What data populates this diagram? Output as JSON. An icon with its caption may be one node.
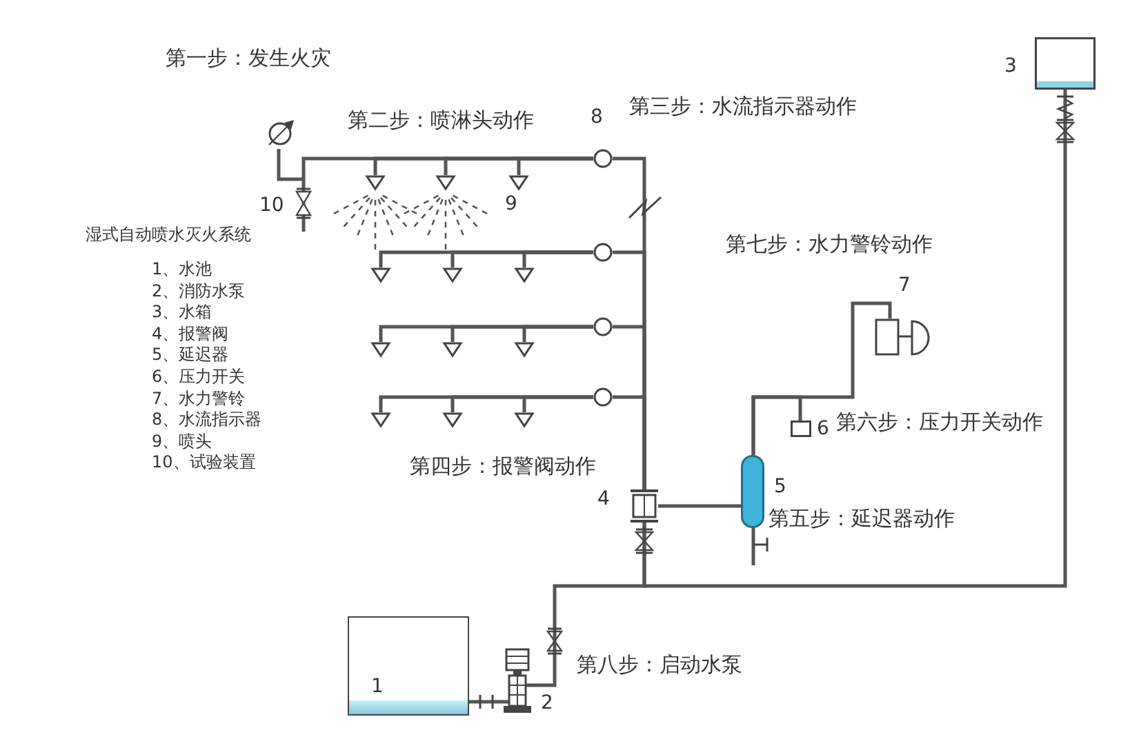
{
  "diagram": {
    "nodes": [
      {
        "text": [],
        "shape": "box",
        "beside": [
          "3"
        ]
      },
      {
        "text": [],
        "shape": "gauge"
      },
      {
        "text": [],
        "shape": "circle",
        "beside": [
          "8",
          "第三步：水流指示器动作"
        ]
      },
      {
        "text": [],
        "shape": "valve",
        "beside": [
          "10"
        ]
      },
      {
        "text": [],
        "shape": "triangle",
        "beside": [
          "9"
        ]
      },
      {
        "text": [],
        "shape": "bell",
        "beside": [
          "7",
          "第七步：水力警铃动作"
        ]
      },
      {
        "text": [],
        "shape": "box",
        "beside": [
          "6",
          "第六步：压力开关动作"
        ]
      },
      {
        "text": [],
        "shape": "cylinder",
        "beside": [
          "5",
          "第五步：延迟器动作"
        ]
      },
      {
        "text": [],
        "shape": "box",
        "beside": [
          "4",
          "第四步：报警阀动作"
        ]
      },
      {
        "text": [
          "1"
        ]
      },
      {
        "text": [],
        "shape": "pump",
        "beside": [
          "2",
          "第八步：启动水泵"
        ]
      },
      {
        "text": [],
        "shape": "triangle"
      },
      {
        "text": [],
        "shape": "triangle"
      },
      {
        "text": [],
        "shape": "circle"
      },
      {
        "text": [],
        "shape": "circle"
      },
      {
        "text": [],
        "shape": "circle"
      },
      {
        "text": [],
        "shape": "triangle"
      },
      {
        "text": [],
        "shape": "triangle"
      },
      {
        "text": [],
        "shape": "triangle"
      },
      {
        "text": [],
        "shape": "triangle"
      },
      {
        "text": [],
        "shape": "triangle"
      },
      {
        "text": [],
        "shape": "triangle"
      },
      {
        "text": [],
        "shape": "triangle"
      },
      {
        "text": [],
        "shape": "triangle"
      },
      {
        "text": [],
        "shape": "triangle"
      }
    ],
    "edges": [
      {
        "from": 9,
        "to": 10,
        "arrow": "none"
      },
      {
        "from": 10,
        "to": 8,
        "arrow": "none"
      },
      {
        "from": 0,
        "to": 8,
        "arrow": "none"
      },
      {
        "from": 8,
        "to": 2,
        "arrow": "none"
      },
      {
        "from": 2,
        "to": 4,
        "arrow": "none"
      },
      {
        "from": 2,
        "to": 3,
        "arrow": "none"
      },
      {
        "from": 1,
        "to": 3,
        "arrow": "none"
      },
      {
        "from": 8,
        "to": 7,
        "arrow": "none"
      },
      {
        "from": 7,
        "to": 6,
        "arrow": "none"
      },
      {
        "from": 7,
        "to": 5,
        "arrow": "none"
      },
      {
        "from": 2,
        "to": 11,
        "arrow": "none"
      },
      {
        "from": 2,
        "to": 12,
        "arrow": "none"
      },
      {
        "from": 8,
        "to": 13,
        "arrow": "none"
      },
      {
        "from": 8,
        "to": 14,
        "arrow": "none"
      },
      {
        "from": 8,
        "to": 15,
        "arrow": "none"
      },
      {
        "from": 13,
        "to": 16,
        "arrow": "none"
      },
      {
        "from": 13,
        "to": 17,
        "arrow": "none"
      },
      {
        "from": 13,
        "to": 18,
        "arrow": "none"
      },
      {
        "from": 14,
        "to": 19,
        "arrow": "none"
      },
      {
        "from": 14,
        "to": 20,
        "arrow": "none"
      },
      {
        "from": 14,
        "to": 21,
        "arrow": "none"
      },
      {
        "from": 15,
        "to": 22,
        "arrow": "none"
      },
      {
        "from": 15,
        "to": 23,
        "arrow": "none"
      },
      {
        "from": 15,
        "to": 24,
        "arrow": "none"
      }
    ],
    "labels": [
      "第一步：发生火灾",
      "第二步：喷淋头动作",
      "湿式自动喷水灭火系统",
      "1、水池",
      "2、消防水泵",
      "3、水箱",
      "4、报警阀",
      "5、延迟器",
      "6、压力开关",
      "7、水力警铃",
      "8、水流指示器",
      "9、喷头",
      "10、试验装置"
    ]
  }
}
